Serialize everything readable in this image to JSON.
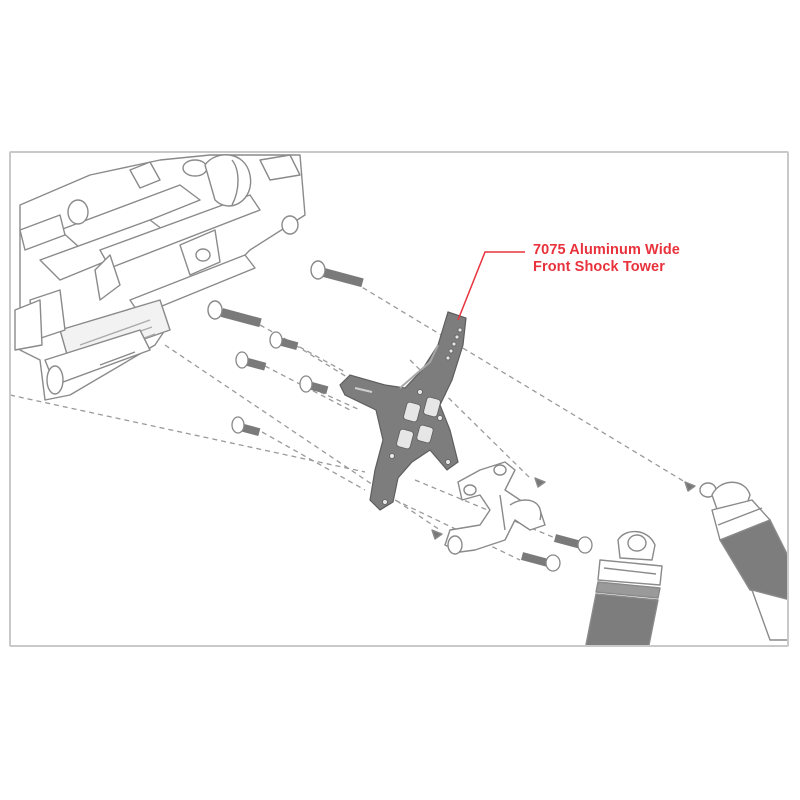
{
  "diagram": {
    "type": "exploded-parts-view",
    "callout": {
      "line1": "7075 Aluminum Wide",
      "line2": "Front Shock Tower",
      "color": "#e8323c"
    },
    "parts": [
      {
        "id": "chassis-front-assembly",
        "label": ""
      },
      {
        "id": "shock-tower",
        "label": "7075 Aluminum Wide Front Shock Tower",
        "color": "#7a7a7a"
      },
      {
        "id": "body-mount-bracket",
        "label": ""
      },
      {
        "id": "screws",
        "count": 8
      },
      {
        "id": "front-shock-left",
        "label": ""
      },
      {
        "id": "front-shock-right",
        "label": ""
      }
    ],
    "colors": {
      "line_art": "#8a8a8a",
      "dark_part": "#7d7d7d",
      "frame_border": "#c9c9c9",
      "dashed_guides": "#9a9a9a"
    }
  }
}
